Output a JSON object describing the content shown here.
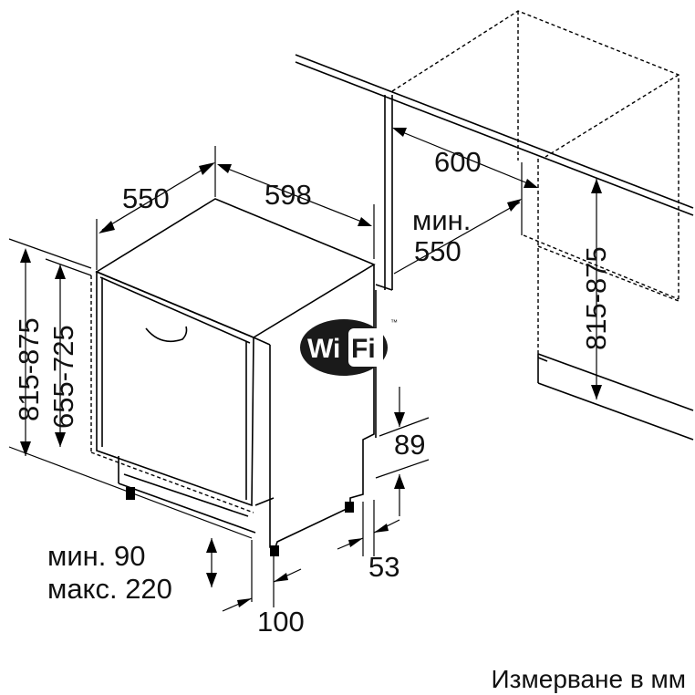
{
  "dimensions": {
    "cabinet_width": "600",
    "niche_depth_min_label": "мин.",
    "niche_depth_min_value": "550",
    "niche_height": "815-875",
    "appliance_depth": "550",
    "appliance_width": "598",
    "appliance_height": "815-875",
    "door_height": "655-725",
    "toekick_step": "89",
    "toekick_depth": "53",
    "base_height_min": "мин. 90",
    "base_height_max": "макс. 220",
    "toekick_offset": "100"
  },
  "badge": {
    "wifi_left": "Wi",
    "wifi_right": "Fi",
    "trademark": "™"
  },
  "caption": "Измерване в мм",
  "colors": {
    "line": "#000000",
    "text": "#111111",
    "badge": "#1a1a1a",
    "background": "#ffffff"
  }
}
